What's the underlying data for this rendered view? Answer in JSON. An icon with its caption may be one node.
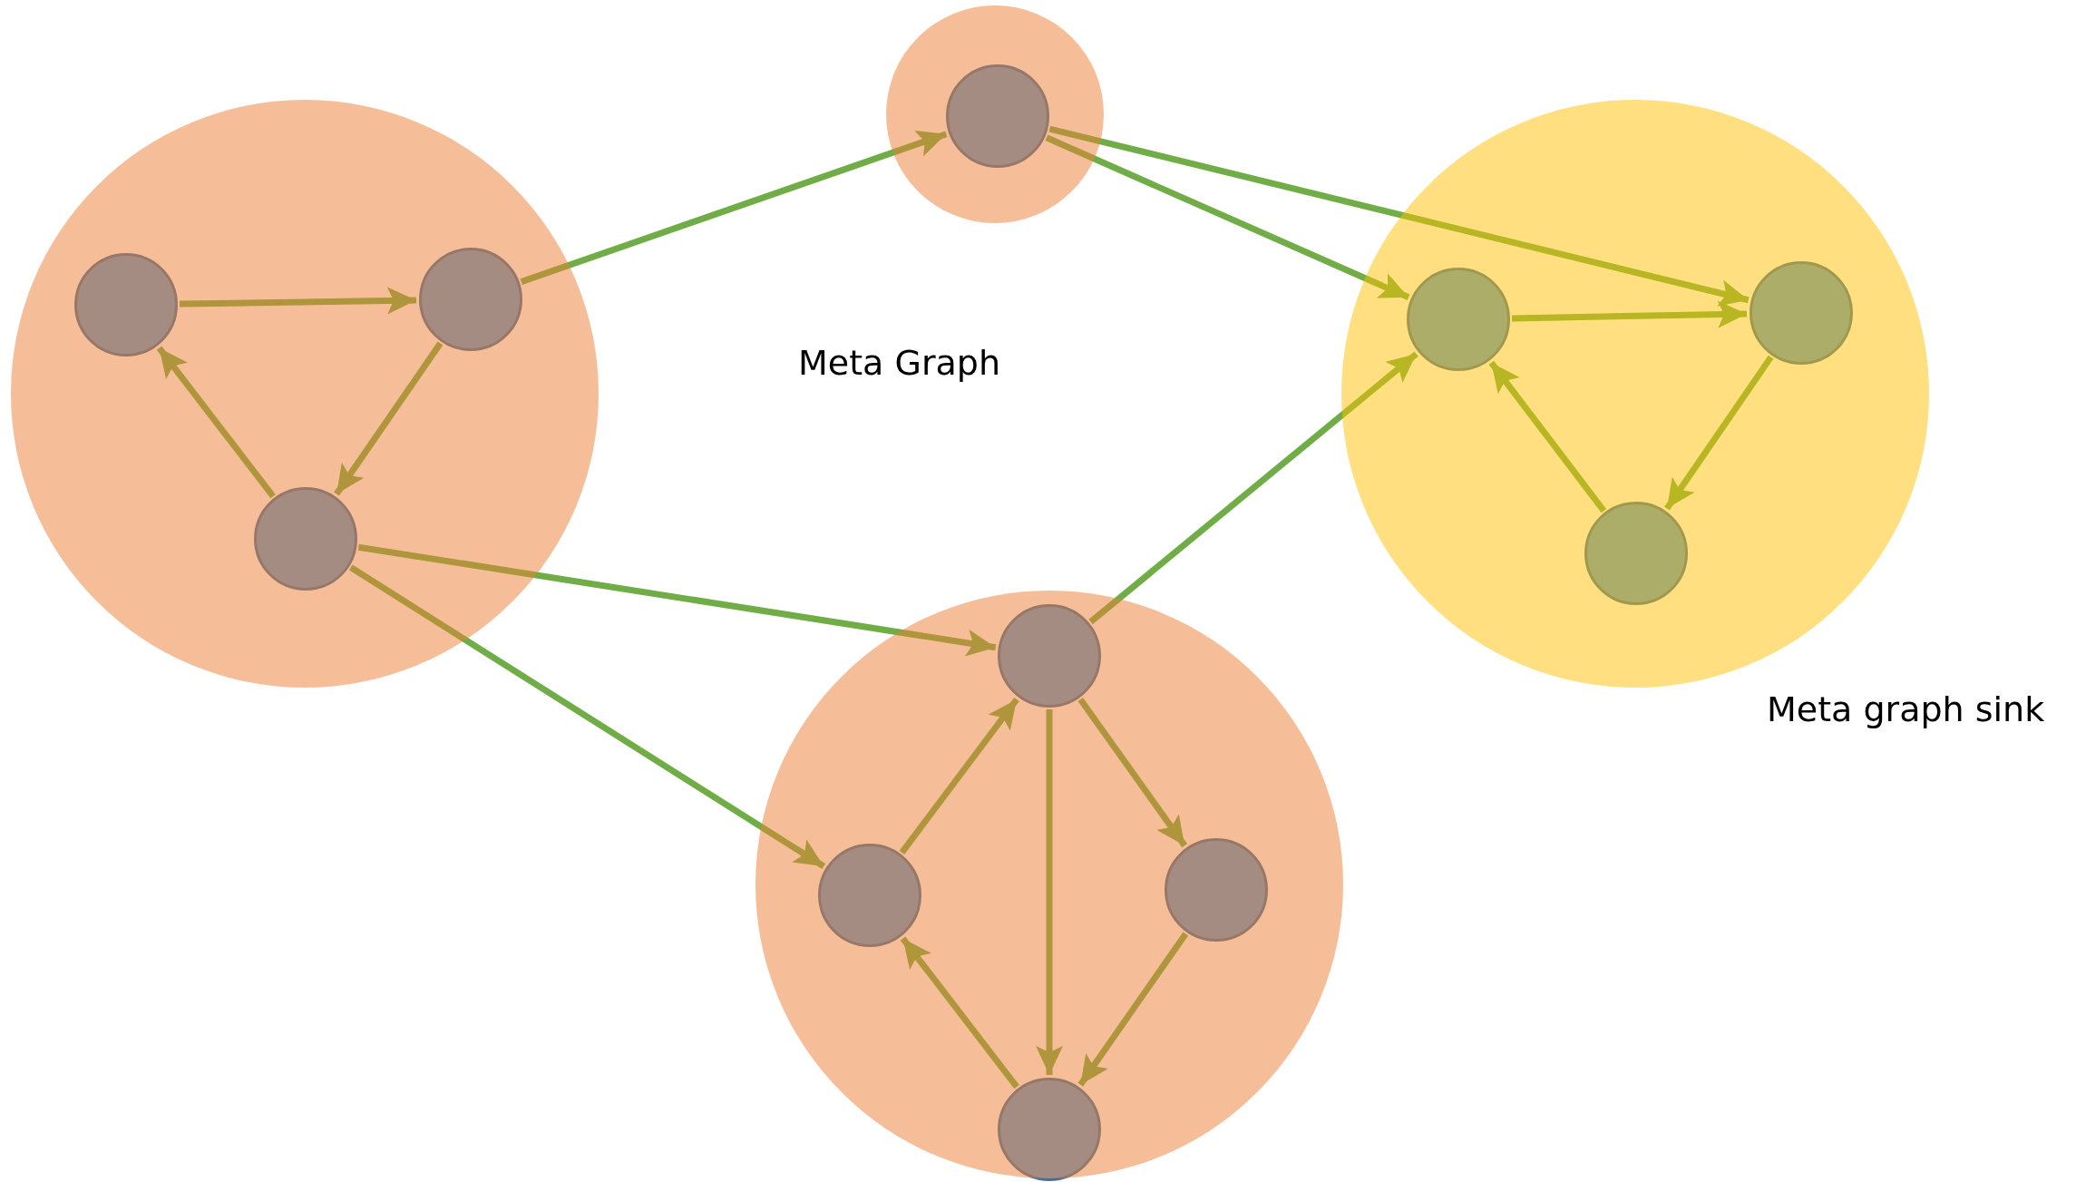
{
  "diagram": {
    "nodes": [
      {
        "text": [],
        "shape": "circle"
      },
      {
        "text": [],
        "shape": "circle",
        "in": 0
      },
      {
        "text": [],
        "shape": "circle",
        "in": 0
      },
      {
        "text": [],
        "shape": "circle",
        "in": 0
      },
      {
        "text": [],
        "shape": "circle"
      },
      {
        "text": [],
        "shape": "circle",
        "in": 4
      },
      {
        "text": [],
        "shape": "circle"
      },
      {
        "text": [],
        "shape": "circle",
        "in": 6
      },
      {
        "text": [],
        "shape": "circle",
        "in": 6
      },
      {
        "text": [],
        "shape": "circle",
        "in": 6
      },
      {
        "text": [],
        "shape": "circle"
      },
      {
        "text": [],
        "shape": "circle",
        "in": 10
      },
      {
        "text": [],
        "shape": "circle",
        "in": 10
      },
      {
        "text": [],
        "shape": "circle",
        "in": 10
      },
      {
        "text": [],
        "shape": "circle",
        "in": 10
      }
    ],
    "edges": [
      {
        "from": 1,
        "to": 2,
        "arrow": "to"
      },
      {
        "from": 2,
        "to": 3,
        "arrow": "to"
      },
      {
        "from": 3,
        "to": 1,
        "arrow": "to"
      },
      {
        "from": 2,
        "to": 5,
        "arrow": "to"
      },
      {
        "from": 5,
        "to": 8,
        "arrow": "to"
      },
      {
        "from": 5,
        "to": 7,
        "arrow": "to"
      },
      {
        "from": 7,
        "to": 8,
        "arrow": "to"
      },
      {
        "from": 8,
        "to": 9,
        "arrow": "to"
      },
      {
        "from": 9,
        "to": 7,
        "arrow": "to"
      },
      {
        "from": 3,
        "to": 11,
        "arrow": "to"
      },
      {
        "from": 3,
        "to": 12,
        "arrow": "to"
      },
      {
        "from": 11,
        "to": 7,
        "arrow": "to"
      },
      {
        "from": 12,
        "to": 11,
        "arrow": "to"
      },
      {
        "from": 11,
        "to": 13,
        "arrow": "to"
      },
      {
        "from": 11,
        "to": 14,
        "arrow": "to"
      },
      {
        "from": 13,
        "to": 14,
        "arrow": "to"
      },
      {
        "from": 14,
        "to": 12,
        "arrow": "to"
      }
    ],
    "labels": [
      "Meta Graph",
      "Meta graph sink"
    ]
  }
}
